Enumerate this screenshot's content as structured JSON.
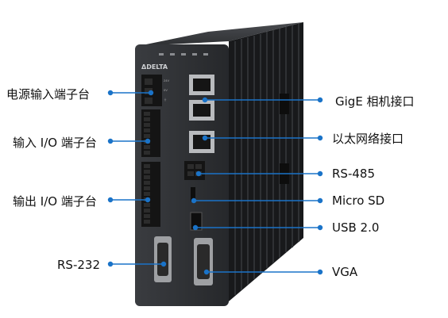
{
  "diagram": {
    "brand": "ΔDELTA",
    "callouts_left": [
      {
        "id": "power",
        "label": "电源输入端子台"
      },
      {
        "id": "input-io",
        "label": "输入 I/O 端子台"
      },
      {
        "id": "output-io",
        "label": "输出 I/O 端子台"
      },
      {
        "id": "rs232",
        "label": "RS-232"
      }
    ],
    "callouts_right": [
      {
        "id": "gige",
        "label": "GigE 相机接口"
      },
      {
        "id": "ethernet",
        "label": "以太网络接口"
      },
      {
        "id": "rs485",
        "label": "RS-485"
      },
      {
        "id": "microsd",
        "label": "Micro SD"
      },
      {
        "id": "usb",
        "label": "USB 2.0"
      },
      {
        "id": "vga",
        "label": "VGA"
      }
    ],
    "colors": {
      "callout": "#1a73c8",
      "body_front": "#2b2d30",
      "body_side": "#1c1d1f",
      "terminal": "#1a1a1a"
    }
  }
}
